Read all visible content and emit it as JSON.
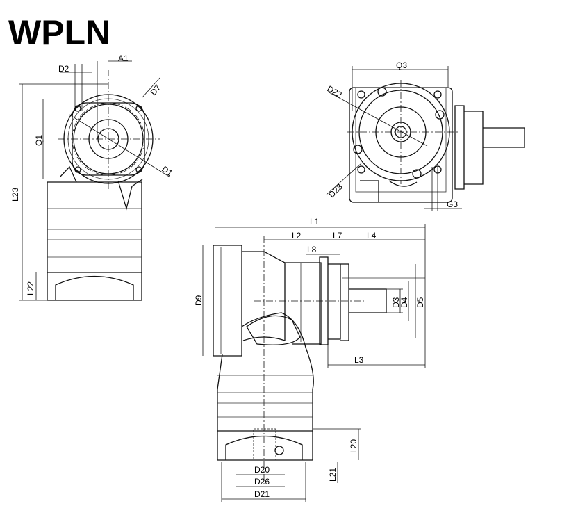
{
  "title": "WPLN",
  "labels": {
    "d2": "D2",
    "a1": "A1",
    "d7": "D7",
    "q1": "Q1",
    "d1": "D1",
    "l23": "L23",
    "l22": "L22",
    "q3": "Q3",
    "d22": "D22",
    "d23": "D23",
    "g3": "G3",
    "l1": "L1",
    "l2": "L2",
    "l7": "L7",
    "l4": "L4",
    "l8": "L8",
    "d9": "D9",
    "d3": "D3",
    "d4": "D4",
    "d5": "D5",
    "l3": "L3",
    "d20": "D20",
    "d26": "D26",
    "d21": "D21",
    "l20": "L20",
    "l21": "L21"
  }
}
